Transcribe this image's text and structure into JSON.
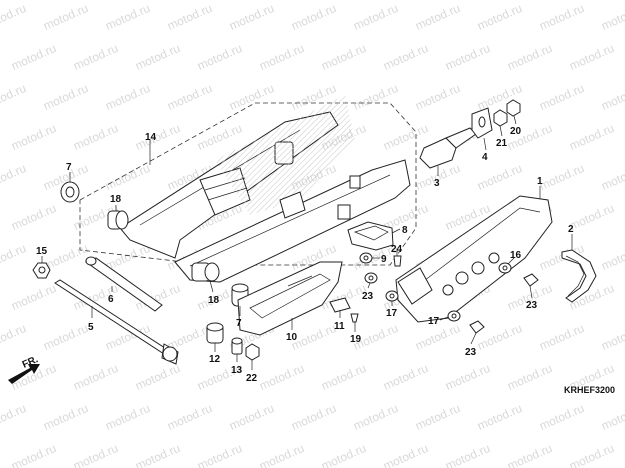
{
  "watermark": "motod.ru",
  "diagram_code": "KRHEF3200",
  "direction_label": "FR.",
  "callouts": {
    "c1": "1",
    "c2": "2",
    "c3": "3",
    "c4": "4",
    "c5": "5",
    "c6": "6",
    "c7": "7",
    "c8": "8",
    "c9": "9",
    "c10": "10",
    "c11": "11",
    "c12": "12",
    "c13": "13",
    "c14": "14",
    "c15": "15",
    "c16": "16",
    "c17a": "17",
    "c17b": "17",
    "c18a": "18",
    "c18b": "18",
    "c19": "19",
    "c20": "20",
    "c21": "21",
    "c22": "22",
    "c23a": "23",
    "c23b": "23",
    "c23c": "23",
    "c24": "24"
  }
}
